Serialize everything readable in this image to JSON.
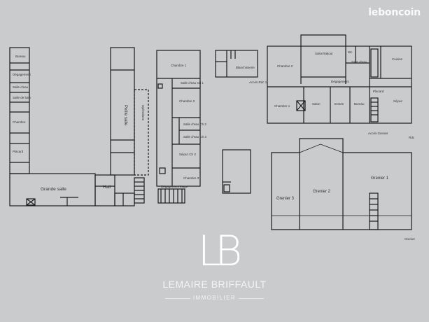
{
  "watermark": "leboncoin",
  "agency": {
    "name": "LEMAIRE BRIFFAULT",
    "subtitle": "IMMOBILIER",
    "monogram": "LB"
  },
  "colors": {
    "background": "#c9cbcd",
    "wall": "#1c1c1c",
    "paper": "#c9cbcd",
    "text": "#333333",
    "logo": "#ffffff"
  },
  "plans": {
    "left_building": {
      "grande_salle": "Grande salle",
      "hall": "Hall",
      "petite_salle": "Petite salle",
      "operations": "Opérations",
      "small_rooms": [
        "Bureau",
        "Dégagement",
        "Salle d'eau",
        "Salle de bain",
        "Chambre",
        "Placard"
      ]
    },
    "middle_building": {
      "rooms": [
        "Chambre 1",
        "Salle d'eau Ch 1",
        "Chambre 2",
        "Salle d'eau Ch 2",
        "Salle d'eau Ch 3",
        "Séjour Ch 3",
        "Chambre 3",
        "Dégagement étage"
      ]
    },
    "small_building": {
      "label": "Blanchisserie"
    },
    "accessory": {
      "label": "Accès Rdc 1",
      "note": "Accès Grenier"
    },
    "main_house": {
      "rooms": [
        "Chambre 2",
        "Salon/Séjour",
        "Wc",
        "Salle d'eau",
        "Cuisine",
        "Dégagement",
        "Chambre 1",
        "Salon",
        "Entrée",
        "Bureau",
        "Séjour",
        "Placard"
      ],
      "level": "Rdc"
    },
    "attic": {
      "rooms": [
        "Grenier 1",
        "Grenier 2",
        "Grenier 3"
      ],
      "level": "Grenier"
    }
  }
}
